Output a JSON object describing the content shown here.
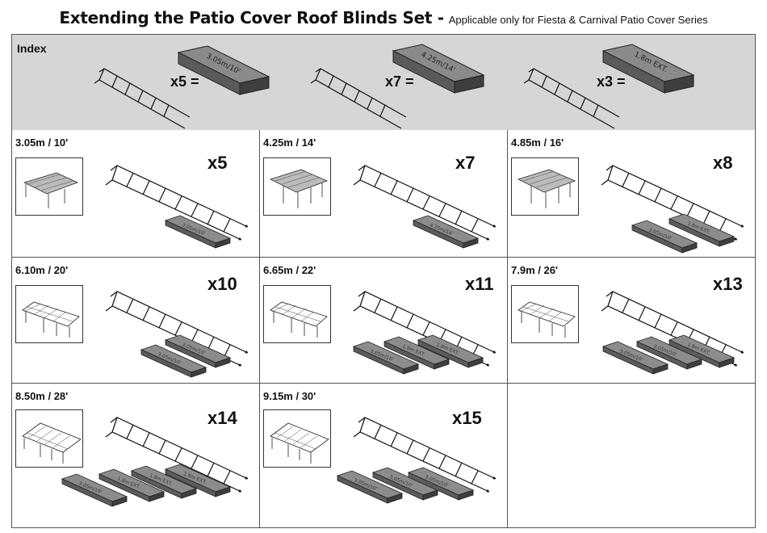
{
  "title": {
    "main": "Extending the Patio Cover Roof Blinds Set -",
    "sub": "Applicable only for Fiesta & Carnival Patio Cover Series"
  },
  "index": {
    "label": "Index",
    "items": [
      {
        "multiplier": "x5 =",
        "beam": "3.05m/10'"
      },
      {
        "multiplier": "x7 =",
        "beam": "4.25m/14'"
      },
      {
        "multiplier": "x3 =",
        "beam": "1.8m EXT."
      }
    ]
  },
  "cells": [
    {
      "size": "3.05m / 10'",
      "multiplier": "x5",
      "beams": [
        "3.05m/10'"
      ]
    },
    {
      "size": "4.25m / 14'",
      "multiplier": "x7",
      "beams": [
        "4.25m/14'"
      ]
    },
    {
      "size": "4.85m / 16'",
      "multiplier": "x8",
      "beams": [
        "3.05m/10'",
        "1.8m EXT."
      ]
    },
    {
      "size": "6.10m / 20'",
      "multiplier": "x10",
      "beams": [
        "3.05m/10'",
        "3.05m/10'"
      ]
    },
    {
      "size": "6.65m / 22'",
      "multiplier": "x11",
      "beams": [
        "3.05m/10'",
        "1.8m EXT.",
        "1.8m EXT."
      ]
    },
    {
      "size": "7.9m / 26'",
      "multiplier": "x13",
      "beams": [
        "3.05m/10'",
        "3.05m/10'",
        "1.8m EXT."
      ]
    },
    {
      "size": "8.50m / 28'",
      "multiplier": "x14",
      "beams": [
        "3.05m/10'",
        "1.8m EXT.",
        "1.8m EXT.",
        "1.8m EXT."
      ]
    },
    {
      "size": "9.15m / 30'",
      "multiplier": "x15",
      "beams": [
        "3.05m/10'",
        "3.05m/10'",
        "3.05m/10'"
      ]
    }
  ]
}
